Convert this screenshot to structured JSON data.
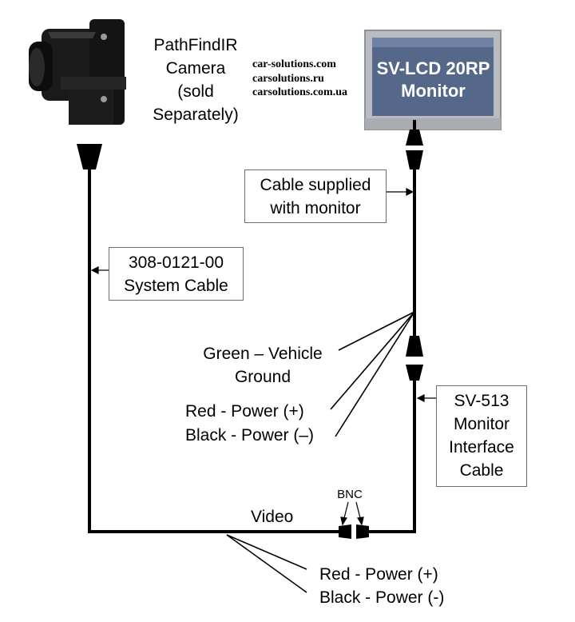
{
  "camera": {
    "label_lines": [
      "PathFindIR",
      "Camera",
      "(sold",
      "Separately)"
    ]
  },
  "websites": [
    "car-solutions.com",
    "carsolutions.ru",
    "carsolutions.com.ua"
  ],
  "monitor": {
    "label_lines": [
      "SV-LCD 20RP",
      "Monitor"
    ],
    "screen_color": "#55688a",
    "bezel_color": "#b8bcc0"
  },
  "cables": {
    "monitor_cable": {
      "lines": [
        "Cable supplied",
        "with monitor"
      ]
    },
    "system_cable": {
      "lines": [
        "308-0121-00",
        "System Cable"
      ]
    },
    "interface_cable": {
      "lines": [
        "SV-513",
        "Monitor",
        "Interface",
        "Cable"
      ]
    }
  },
  "wires": {
    "upper": {
      "green": [
        "Green – Vehicle",
        "Ground"
      ],
      "red": "Red - Power (+)",
      "black": "Black - Power (–)"
    },
    "lower": {
      "red": "Red - Power (+)",
      "black": "Black - Power (-)"
    }
  },
  "video_label": "Video",
  "bnc_label": "BNC",
  "colors": {
    "line": "#000000",
    "box_border": "#6e6e6e"
  }
}
